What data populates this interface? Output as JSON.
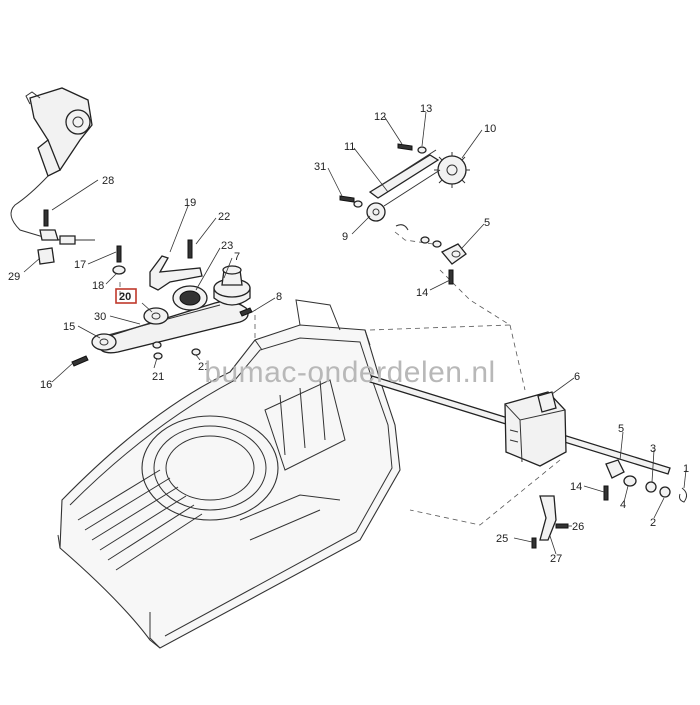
{
  "watermark": "bumac-onderdelen.nl",
  "labels": {
    "p1": "1",
    "p2": "2",
    "p3": "3",
    "p4": "4",
    "p5a": "5",
    "p5b": "5",
    "p6": "6",
    "p7": "7",
    "p8": "8",
    "p9": "9",
    "p10": "10",
    "p11": "11",
    "p12": "12",
    "p13": "13",
    "p14a": "14",
    "p14b": "14",
    "p15": "15",
    "p16": "16",
    "p17": "17",
    "p18": "18",
    "p19": "19",
    "p20": "20",
    "p21a": "21",
    "p21b": "21",
    "p22": "22",
    "p23": "23",
    "p25": "25",
    "p26": "26",
    "p27": "27",
    "p28": "28",
    "p29": "29",
    "p30": "30",
    "p31": "31"
  },
  "highlight": {
    "label": "20",
    "color": "#c0392b"
  }
}
